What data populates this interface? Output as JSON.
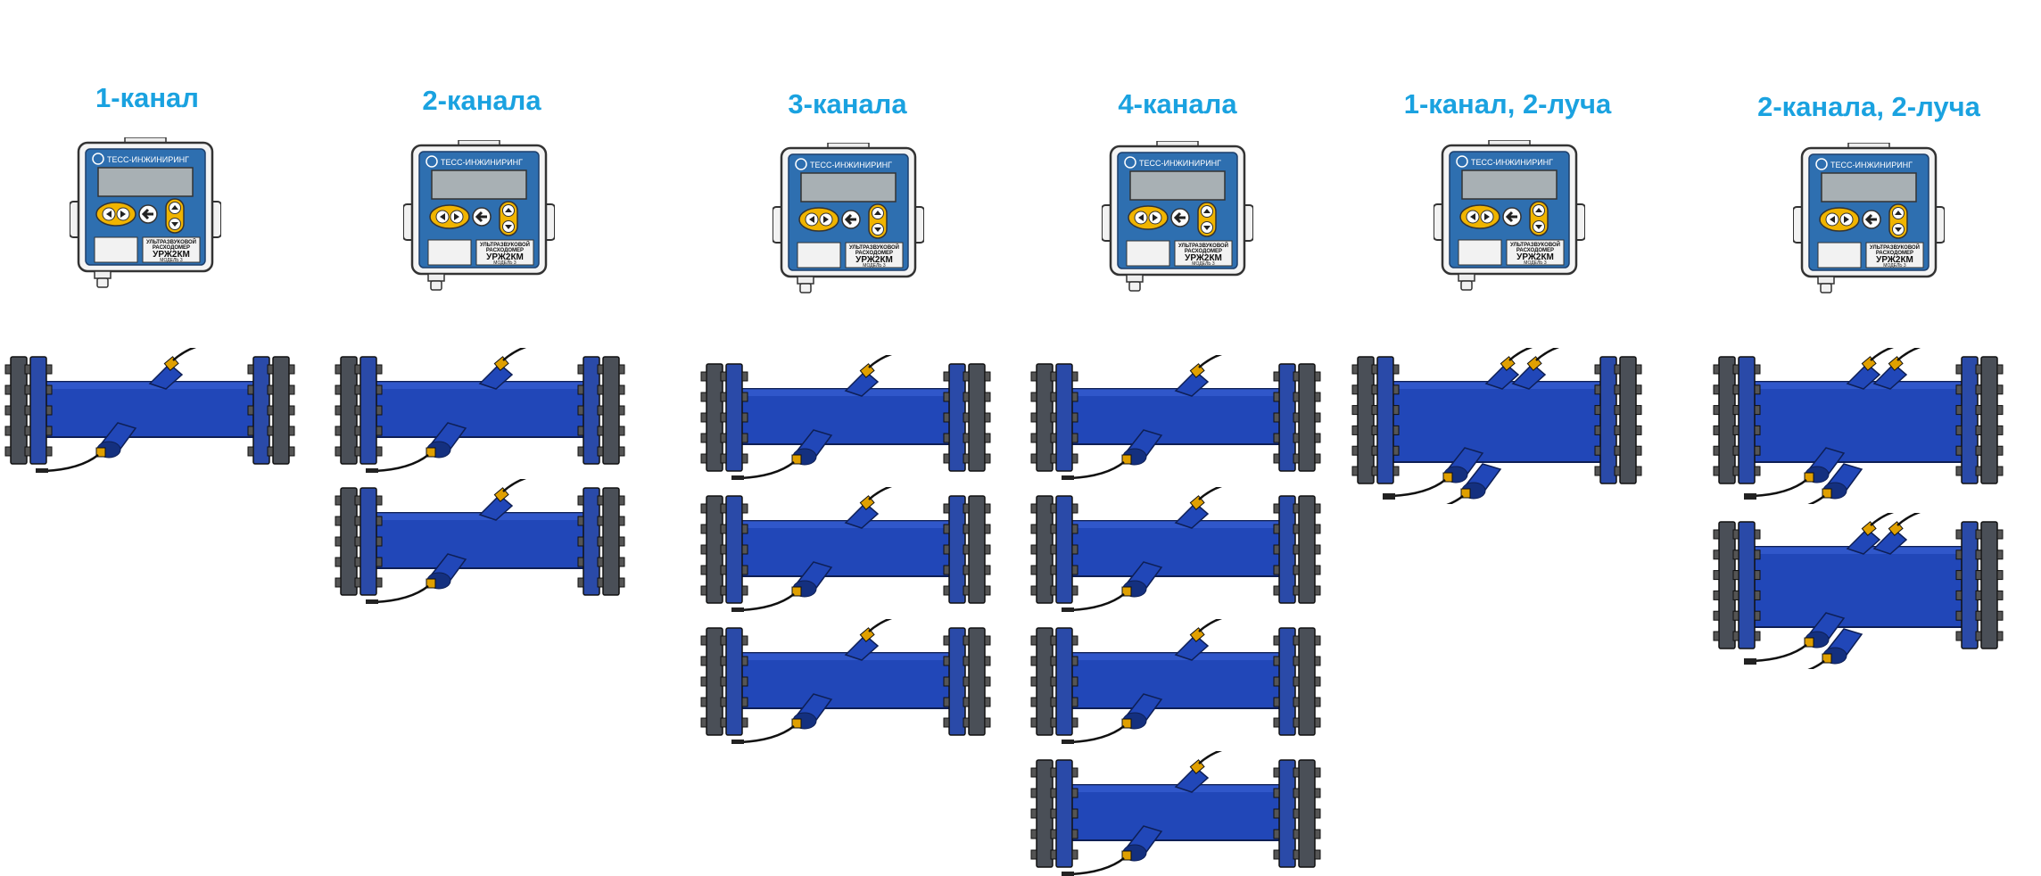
{
  "colors": {
    "title": "#1aa2e0",
    "pipe": "#2147b8",
    "pipe_dark": "#14307f",
    "flange_blue": "#2a4aa8",
    "flange_gray": "#4a4f57",
    "meter_body": "#2e6fb0",
    "meter_screen": "#a8b0b4",
    "meter_buttons": "#f0b400"
  },
  "meter": {
    "brand": "ТЕСС-ИНЖИНИРИНГ",
    "type_line1": "УЛЬТРАЗВУКОВОЙ",
    "type_line2": "РАСХОДОМЕР",
    "model_name": "УРЖ2КМ",
    "model_sub": "МОДЕЛЬ 3"
  },
  "configurations": [
    {
      "title": "1-канал",
      "channels": 1,
      "beams": 1
    },
    {
      "title": "2-канала",
      "channels": 2,
      "beams": 1
    },
    {
      "title": "3-канала",
      "channels": 3,
      "beams": 1
    },
    {
      "title": "4-канала",
      "channels": 4,
      "beams": 1
    },
    {
      "title": "1-канал, 2-луча",
      "channels": 1,
      "beams": 2
    },
    {
      "title": "2-канала, 2-луча",
      "channels": 2,
      "beams": 2
    }
  ]
}
